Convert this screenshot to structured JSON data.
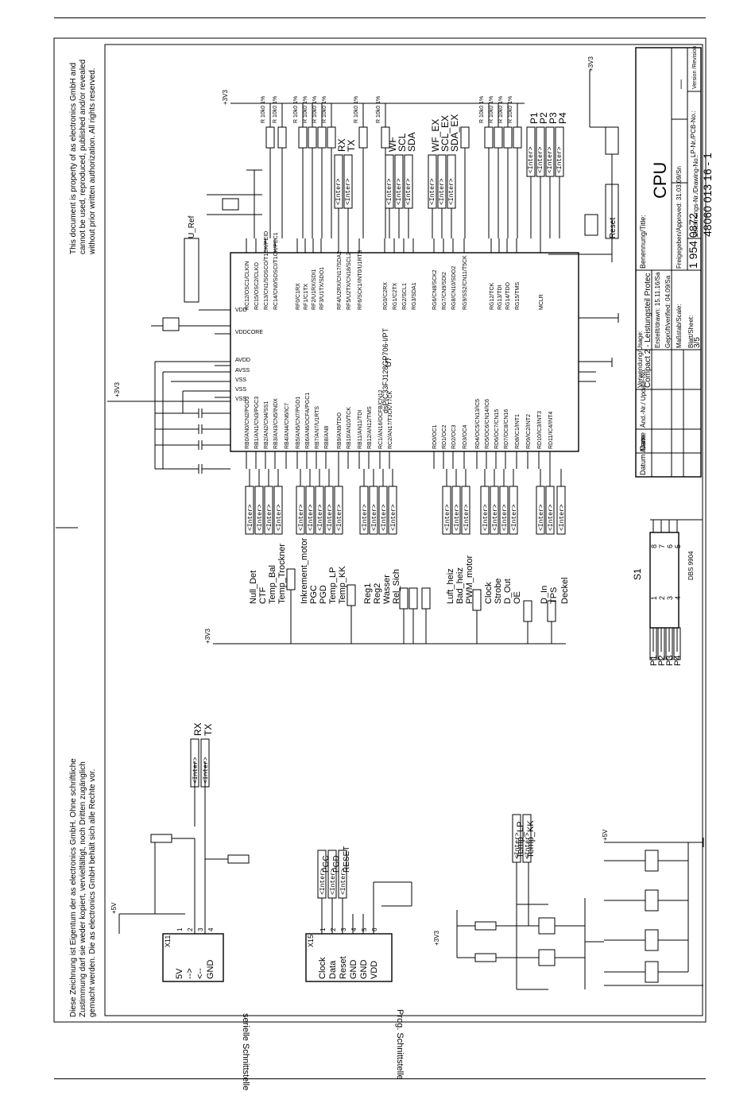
{
  "notice_en": [
    "This document is property of  as electronics GmbH and",
    "cannot be used, reproduced, published and/or revealed",
    "without prior written authorization.  All rights reserved."
  ],
  "notice_de": [
    "Diese Zeichnung ist Eigentum der  as electronics GmbH. Ohne schriftliche",
    "Zustimmung darf sie weder kopiert, vervielfältigt, noch Dritten zugänglich",
    "gemacht werden. Die as electronics GmbH  behält sich alle Rechte vor."
  ],
  "title_block": {
    "datum_label": "Datum /Date",
    "name_label": "Name",
    "aend_label": "Änd.-Nr./ Update-No.",
    "verwendung_label": "Verwendung/Usage:",
    "verwendung_value": "Compact 2 - Leistungsteil Protec",
    "benennung_label": "Benennung/Title:",
    "benennung_value": "CPU",
    "erstellt": "Erstellt/drawn: 15.11.16/Sa",
    "geprueft": "Geprüft/verified: 04.09/Sa",
    "freigegeben": "Freigegeben/Approved: 31.03.09/Sn",
    "massstab": "Maßstab/Scale:",
    "lp_nr": "LP-Nr./PCB-No.:",
    "lp_value": "1 954 0872",
    "version_label": "Version /Revision",
    "version_value": "—",
    "blatt_label": "Blatt/Sheet:",
    "blatt_value": "3/5",
    "zeichnung_label": "Zeichnungs-Nr./Drawing-No.:",
    "zeichnung_value": "48060 013 16 - 1"
  },
  "mcu": {
    "ref": "U7",
    "part": "dsPIC33FJ128GP706-I/PT",
    "pins_top": [
      "RC12/OSC1/CLKIN",
      "RC15/OSC2/CLKO",
      "RC13/CN1/SOSCO/T1CK/PEID",
      "RC14/CN0/SOSCI/T1CK/PEC1",
      "RF0/C1RX",
      "RF1/C1TX",
      "RF2/U1RX/SDI1",
      "RF3/U1TX/SDO1",
      "RF4/U2RX/CN17/SDA2",
      "RF5/U2TX/CN18/SCL2",
      "RF6/SCK1/INT0/U1RTS",
      "RG0/C2RX",
      "RG1/C2TX",
      "RG2/SCL1",
      "RG3/SDA1",
      "RG6/CN8/SCK2",
      "RG7/CN9/SDI2",
      "RG8/CN10/SDO2",
      "RG9/SS2/CN11/T5CK",
      "RG12/TCK",
      "RG13/TDI",
      "RG14/TDO",
      "RG15/TMS",
      "MCLR"
    ],
    "pins_left": [
      "VDDCORE",
      "VDD",
      "AVDD",
      "AVSS",
      "VSS",
      "VSS",
      "VSS"
    ],
    "pins_bottom": [
      "RB0/AN0/CN2/PGD3",
      "RB1/AN1/CN3/PGC3",
      "RB2/AN2/CN4/SS1",
      "RB3/AN3/CN5/INDX",
      "RB4/AN4/CN6/IC7",
      "RB5/AN5/CN7/PGD1",
      "RB6/AN6/OCFA/PGC1",
      "RB7/AN7/U1RTS",
      "RB8/AN8",
      "RB9/AN9/TDO",
      "RB10/AN10/TCK",
      "RB11/AN11/TDI",
      "RB12/AN12/TMS",
      "RC1/AN16/OCFB/CN12",
      "RC2/AN17/T3CK/T7CK",
      "RD0/OC1",
      "RD1/OC2",
      "RD2/OC3",
      "RD3/OC4",
      "RD4/OC5/CN13/IC5",
      "RD5/OC6/CN14/IC6",
      "RD6/OC7/CN15",
      "RD7/OC8/CN16",
      "RD8/IC1/INT1",
      "RD9/IC2/INT2",
      "RD10/IC3/INT3",
      "RD11/IC4/INT4"
    ]
  },
  "signals_top": [
    "RX",
    "TX",
    "WF",
    "SCL",
    "SDA",
    "WF_EX",
    "SCL_EX",
    "SDA_EX",
    "P1",
    "P2",
    "P3",
    "P4",
    "Reset",
    "U_Ref"
  ],
  "signals_bottom": [
    "Null_Det",
    "CTF",
    "Temp_Bal",
    "Temp_Trockner",
    "Inkrement_motor",
    "PGC",
    "PGD",
    "Temp_LP",
    "Temp_KK",
    "Reg1",
    "Reg2",
    "Wasser",
    "Rel_Sich",
    "Luft_heiz",
    "Bad_heiz",
    "PWM_motor",
    "Clock",
    "Strobe",
    "D_Out",
    "OE",
    "D_In",
    "TPS",
    "Deckel"
  ],
  "resistor_value": "R 10k0 1%",
  "serial_if": {
    "title": "serielle Schnittstelle",
    "ref": "X11",
    "pins": [
      "5V",
      "-->",
      "<--",
      "GND"
    ],
    "nums": [
      "1",
      "2",
      "3",
      "4"
    ],
    "sigs": [
      "RX",
      "TX"
    ]
  },
  "prog_if": {
    "title": "Prog. Schnittstelle",
    "ref": "X15",
    "pins": [
      "Clock",
      "Data",
      "Reset",
      "GND",
      "GND",
      "VDD"
    ],
    "sigs": [
      "PGC",
      "PGD",
      "RESET"
    ],
    "nums": [
      "1",
      "2",
      "3",
      "4",
      "5",
      "6"
    ]
  },
  "switch": {
    "ref": "S1",
    "part": "DBS 9904",
    "sigs": [
      "P1",
      "P2",
      "P3",
      "P4"
    ],
    "nums_l": [
      "1",
      "2",
      "3",
      "4"
    ],
    "nums_r": [
      "8",
      "7",
      "6",
      "5"
    ]
  },
  "temp_sigs": [
    "Temp_LP",
    "Temp_KK"
  ],
  "inter_tag": "<Inter>",
  "supply": {
    "v5": "+5V",
    "v33": "+3V3"
  }
}
